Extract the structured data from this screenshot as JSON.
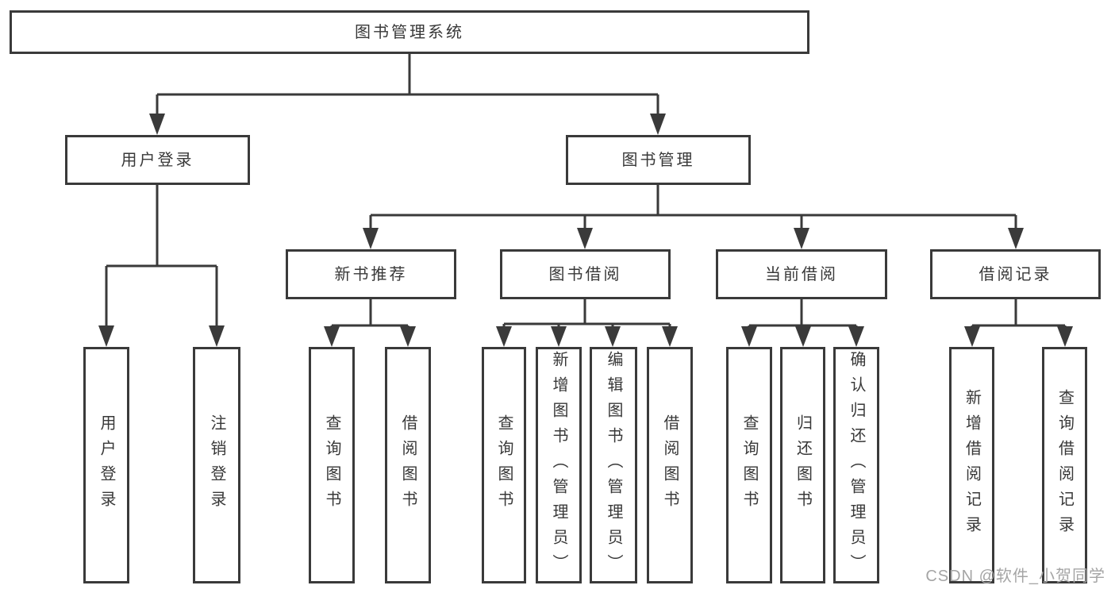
{
  "diagram_title": "图书管理系统",
  "colors": {
    "line": "#3a3a3a",
    "box_border": "#3a3a3a",
    "box_background": "#ffffff",
    "text": "#383838",
    "watermark": "#a5a5a5",
    "background": "#ffffff"
  },
  "nodes": {
    "root": {
      "label": "图书管理系统"
    },
    "user_login": {
      "label": "用户登录"
    },
    "book_mgmt": {
      "label": "图书管理"
    },
    "new_book_rec": {
      "label": "新书推荐"
    },
    "book_borrow": {
      "label": "图书借阅"
    },
    "current_borrow": {
      "label": "当前借阅"
    },
    "borrow_records": {
      "label": "借阅记录"
    },
    "leaf_user_login": {
      "label": "用户登录"
    },
    "leaf_logout": {
      "label": "注销登录"
    },
    "leaf_query_book_rec": {
      "label": "查询图书"
    },
    "leaf_borrow_book_rec": {
      "label": "借阅图书"
    },
    "leaf_query_book_bb": {
      "label": "查询图书"
    },
    "leaf_add_book": {
      "label": "新增图书（管理员）"
    },
    "leaf_edit_book": {
      "label": "编辑图书（管理员）"
    },
    "leaf_borrow_book_bb": {
      "label": "借阅图书"
    },
    "leaf_query_book_cb": {
      "label": "查询图书"
    },
    "leaf_return_book": {
      "label": "归还图书"
    },
    "leaf_confirm_return": {
      "label": "确认归还（管理员）"
    },
    "leaf_add_record": {
      "label": "新增借阅记录"
    },
    "leaf_query_record": {
      "label": "查询借阅记录"
    }
  },
  "hierarchy": {
    "root": [
      "user_login",
      "book_mgmt"
    ],
    "user_login": [
      "leaf_user_login",
      "leaf_logout"
    ],
    "book_mgmt": [
      "new_book_rec",
      "book_borrow",
      "current_borrow",
      "borrow_records"
    ],
    "new_book_rec": [
      "leaf_query_book_rec",
      "leaf_borrow_book_rec"
    ],
    "book_borrow": [
      "leaf_query_book_bb",
      "leaf_add_book",
      "leaf_edit_book",
      "leaf_borrow_book_bb"
    ],
    "current_borrow": [
      "leaf_query_book_cb",
      "leaf_return_book",
      "leaf_confirm_return"
    ],
    "borrow_records": [
      "leaf_add_record",
      "leaf_query_record"
    ]
  },
  "watermark": {
    "text": "CSDN @软件_小贺同学"
  }
}
